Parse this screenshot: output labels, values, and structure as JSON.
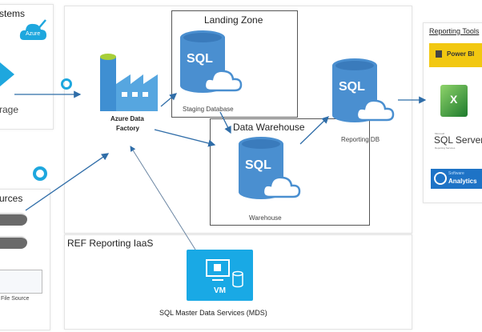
{
  "left_top": {
    "title": "stems",
    "cloud_badge": "Azure",
    "storage_label": "rage"
  },
  "left_bottom": {
    "title": "urces",
    "file_label": "File Source"
  },
  "main": {
    "adf_label_1": "Azure Data",
    "adf_label_2": "Factory",
    "landing_zone": {
      "title": "Landing Zone",
      "db_label": "Staging Database"
    },
    "data_warehouse": {
      "title": "Data Warehouse",
      "db_label": "Warehouse"
    },
    "reporting_db": {
      "label": "Reporting DB"
    },
    "sql_text": "SQL"
  },
  "iaas": {
    "title": "REF Reporting IaaS",
    "vm_text": "VM",
    "mds_label": "SQL Master Data Services (MDS)"
  },
  "reporting_tools": {
    "title": "Reporting Tools",
    "powerbi": "Power BI",
    "sqlserver_small": "Microsoft",
    "sqlserver": "SQL Server",
    "sqlserver_sub": "Reporting Services",
    "analytics_small": "Software",
    "analytics": "Analytics"
  },
  "colors": {
    "azure_blue": "#3f8fd2",
    "sql_blue": "#4a8fd0",
    "vm_cyan": "#19a9e5",
    "arrow": "#2f6da8",
    "powerbi_yellow": "#f2c811"
  }
}
